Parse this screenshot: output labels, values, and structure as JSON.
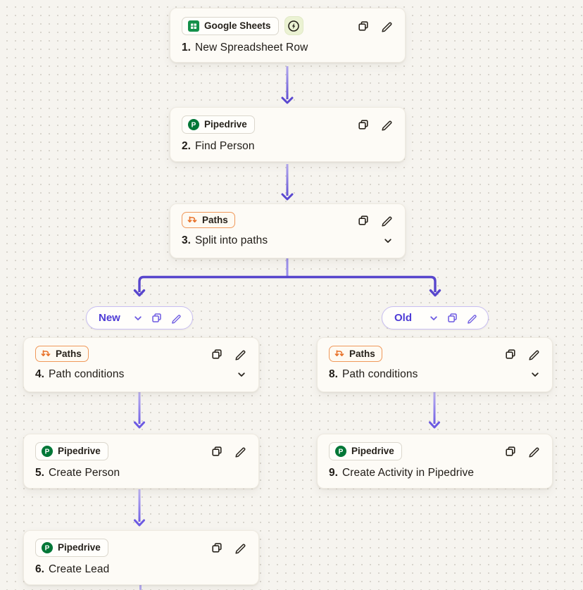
{
  "steps": [
    {
      "number": "1.",
      "title": "New Spreadsheet Row",
      "app": "Google Sheets"
    },
    {
      "number": "2.",
      "title": "Find Person",
      "app": "Pipedrive"
    },
    {
      "number": "3.",
      "title": "Split into paths",
      "app": "Paths"
    },
    {
      "number": "4.",
      "title": "Path conditions",
      "app": "Paths"
    },
    {
      "number": "5.",
      "title": "Create Person",
      "app": "Pipedrive"
    },
    {
      "number": "6.",
      "title": "Create Lead",
      "app": "Pipedrive"
    },
    {
      "number": "8.",
      "title": "Path conditions",
      "app": "Paths"
    },
    {
      "number": "9.",
      "title": "Create Activity in Pipedrive",
      "app": "Pipedrive"
    }
  ],
  "branches": [
    {
      "label": "New"
    },
    {
      "label": "Old"
    }
  ],
  "icons": {
    "instant_trigger": "lightning-bolt-in-circle",
    "copy": "duplicate-squares",
    "edit": "pencil",
    "collapse": "chevron-down",
    "paths": "arrow-split",
    "google_sheets": "green-spreadsheet",
    "pipedrive": "green-circle-p"
  },
  "colors": {
    "canvas_bg": "#f6f4ef",
    "card_bg": "#fdfbf6",
    "accent_purple": "#5a48d0",
    "branch_purple_light": "#c8bef2",
    "paths_orange": "#e8722a",
    "sheets_green": "#14904a",
    "pipedrive_green": "#017737",
    "instant_badge_bg": "#ebf2d3"
  }
}
